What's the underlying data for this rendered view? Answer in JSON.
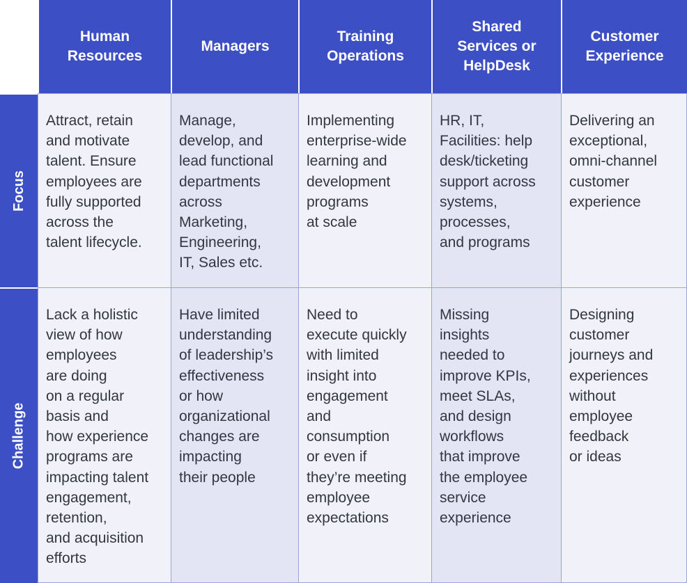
{
  "columns": [
    "Human\nResources",
    "Managers",
    "Training\nOperations",
    "Shared\nServices or\nHelpDesk",
    "Customer\nExperience"
  ],
  "rows": [
    {
      "label": "Focus",
      "cells": [
        "Attract, retain\nand motivate\ntalent. Ensure\nemployees are\nfully supported\nacross the\ntalent lifecycle.",
        "Manage,\ndevelop, and\nlead functional\ndepartments\nacross\nMarketing,\nEngineering,\nIT, Sales etc.",
        "Implementing\nenterprise-wide\nlearning and\ndevelopment\nprograms\nat scale",
        "HR, IT,\nFacilities: help\ndesk/ticketing\nsupport across\nsystems,\nprocesses,\nand programs",
        "Delivering an\nexceptional,\nomni-channel\ncustomer\nexperience"
      ]
    },
    {
      "label": "Challenge",
      "cells": [
        "Lack a holistic\nview of how\nemployees\nare doing\non a regular\nbasis and\nhow experience\nprograms are\nimpacting talent\nengagement,\nretention,\nand acquisition\nefforts",
        "Have limited\nunderstanding\nof leadership’s\neffectiveness\nor how\norganizational\nchanges are\nimpacting\ntheir people",
        "Need to\nexecute quickly\nwith limited\ninsight into\nengagement\nand\nconsumption\nor even if\nthey’re meeting\nemployee\nexpectations",
        "Missing\ninsights\nneeded to\nimprove KPIs,\nmeet SLAs,\nand design\nworkflows\nthat improve\nthe employee\nservice\nexperience",
        "Designing\ncustomer\njourneys and\nexperiences\nwithout\nemployee\nfeedback\nor ideas"
      ]
    }
  ],
  "colors": {
    "header_bg": "#3d4fc4",
    "header_text": "#ffffff",
    "cell_light": "#f1f2f9",
    "cell_tinted": "#e3e5f5",
    "body_text": "#333640",
    "grid_line": "#9aa3da"
  }
}
